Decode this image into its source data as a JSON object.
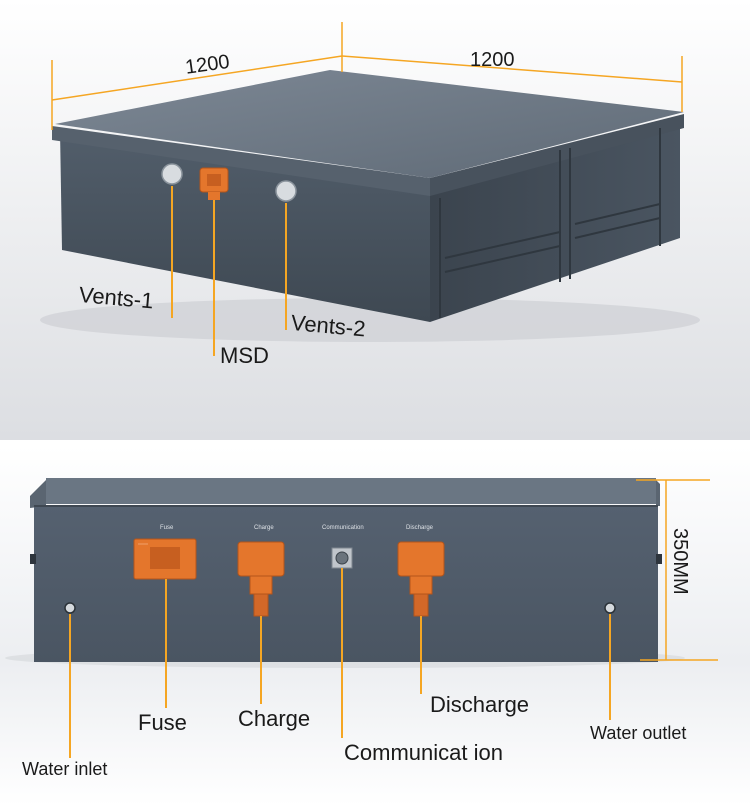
{
  "colors": {
    "accent": "#f5a623",
    "housing": "#4a5561",
    "housing_dark": "#3a434d",
    "lid": "#6a7683",
    "connector": "#e4762c"
  },
  "top_view": {
    "dimension_width": "1200",
    "dimension_depth": "1200",
    "callouts": {
      "vents_1": "Vents-1",
      "msd": "MSD",
      "vents_2": "Vents-2"
    }
  },
  "front_view": {
    "dimension_height": "350MM",
    "port_captions": {
      "fuse": "Fuse",
      "charge": "Charge",
      "communication": "Communication",
      "discharge": "Discharge"
    },
    "callouts": {
      "fuse": "Fuse",
      "charge": "Charge",
      "discharge": "Discharge",
      "communication": "Communicat ion",
      "water_inlet": "Water inlet",
      "water_outlet": "Water outlet"
    }
  }
}
